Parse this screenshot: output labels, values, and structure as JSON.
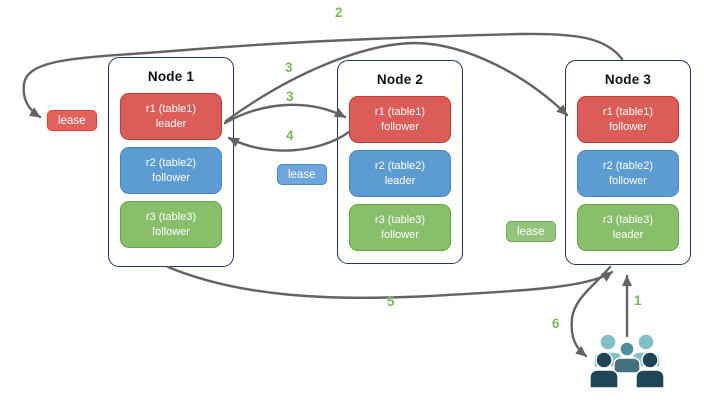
{
  "nodes": [
    {
      "title": "Node 1",
      "replicas": [
        {
          "name": "r1 (table1)",
          "role": "leader"
        },
        {
          "name": "r2 (table2)",
          "role": "follower"
        },
        {
          "name": "r3 (table3)",
          "role": "follower"
        }
      ]
    },
    {
      "title": "Node 2",
      "replicas": [
        {
          "name": "r1 (table1)",
          "role": "follower"
        },
        {
          "name": "r2 (table2)",
          "role": "leader"
        },
        {
          "name": "r3 (table3)",
          "role": "follower"
        }
      ]
    },
    {
      "title": "Node 3",
      "replicas": [
        {
          "name": "r1 (table1)",
          "role": "follower"
        },
        {
          "name": "r2 (table2)",
          "role": "follower"
        },
        {
          "name": "r3 (table3)",
          "role": "leader"
        }
      ]
    }
  ],
  "leases": {
    "table1": "lease",
    "table2": "lease",
    "table3": "lease"
  },
  "steps": {
    "s1": "1",
    "s2": "2",
    "s3a": "3",
    "s3b": "3",
    "s4": "4",
    "s5": "5",
    "s6": "6"
  },
  "arrows": [
    {
      "step": "1",
      "from": "users",
      "to": "node3-bottom"
    },
    {
      "step": "2",
      "from": "node3-top",
      "to": "lease-red-near-node1"
    },
    {
      "step": "3",
      "from": "node1-r1-leader",
      "to": "node3-r1-follower"
    },
    {
      "step": "3",
      "from": "node1-r1-leader",
      "to": "node2-r1-follower"
    },
    {
      "step": "4",
      "from": "node2-r1-follower",
      "to": "node1-r1-leader"
    },
    {
      "step": "5",
      "from": "node1-bottom",
      "to": "node3-bottom"
    },
    {
      "step": "6",
      "from": "node3-bottom",
      "to": "users"
    }
  ],
  "icons": {
    "users": "users-icon"
  },
  "colors": {
    "node_border": "#203864",
    "replica_red": "#dc5c5a",
    "replica_red_border": "#c03a36",
    "replica_blue": "#5d9cd3",
    "replica_blue_border": "#4a86c2",
    "replica_green": "#87bf6b",
    "replica_green_border": "#62a544",
    "lease_red": "#e2625e",
    "lease_red_border": "#e23b36",
    "lease_blue": "#6ca6dc",
    "lease_green": "#92c47e",
    "step_label": "#7cb85e",
    "arrow": "#636363",
    "users_light_teal": "#83bfc5",
    "users_mid_teal": "#4f8d9a",
    "users_slate": "#47707f",
    "users_dark_navy": "#1f4557"
  }
}
